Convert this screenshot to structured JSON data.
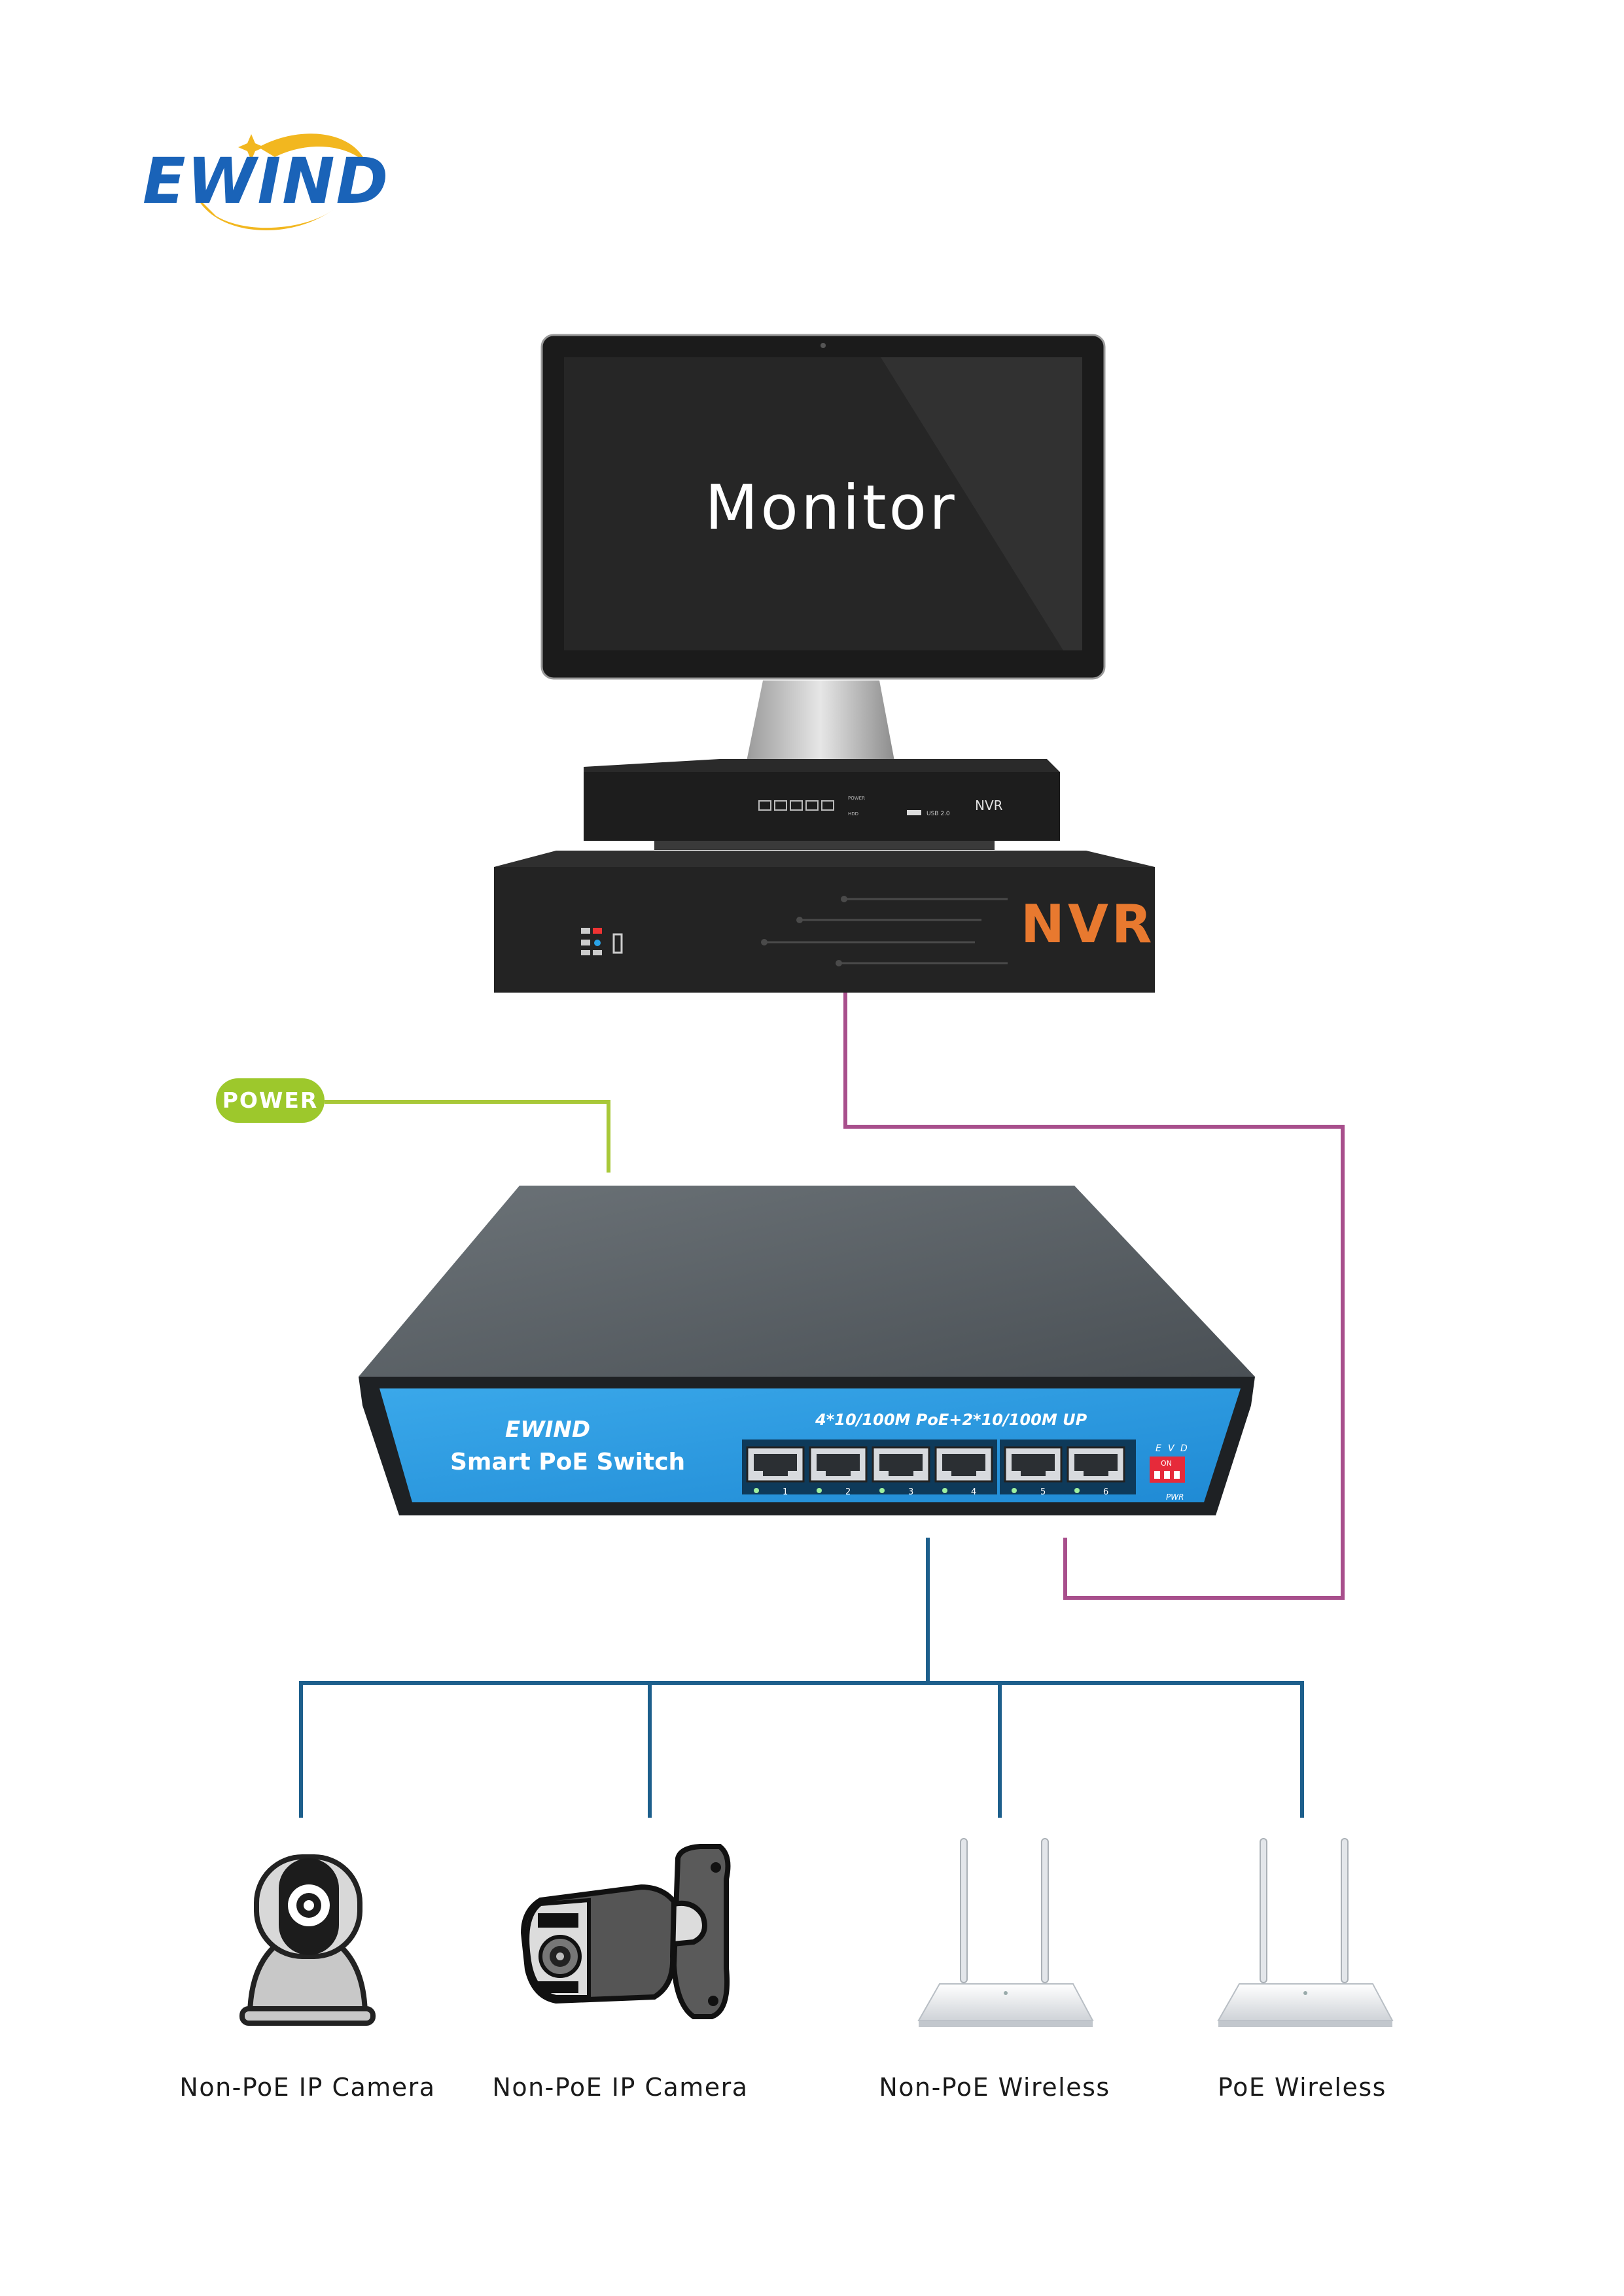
{
  "logo": {
    "text": "EWIND"
  },
  "monitor": {
    "label": "Monitor"
  },
  "nvr": {
    "small_label": "NVR",
    "usb_label": "USB 2.0",
    "power_label": "POWER",
    "hdd_label": "HDD",
    "big_label": "NVR"
  },
  "power": {
    "label": "POWER"
  },
  "switch": {
    "brand": "EWIND",
    "name": "Smart PoE Switch",
    "spec": "4*10/100M PoE+2*10/100M UP",
    "ports": [
      "1",
      "2",
      "3",
      "4",
      "5",
      "6"
    ],
    "dip_labels": [
      "E",
      "V",
      "D"
    ],
    "dip_on": "ON",
    "pwr": "PWR"
  },
  "devices": [
    {
      "label": "Non-PoE IP Camera"
    },
    {
      "label": "Non-PoE IP Camera"
    },
    {
      "label": "Non-PoE Wireless"
    },
    {
      "label": "PoE Wireless"
    }
  ],
  "colors": {
    "power_line": "#a8c838",
    "uplink_line": "#a84f8c",
    "device_line": "#1d5f8c",
    "nvr_accent": "#e8792f",
    "switch_panel": "#2a9ae0",
    "logo_blue": "#1a63b8",
    "logo_gold": "#f2b71f"
  }
}
